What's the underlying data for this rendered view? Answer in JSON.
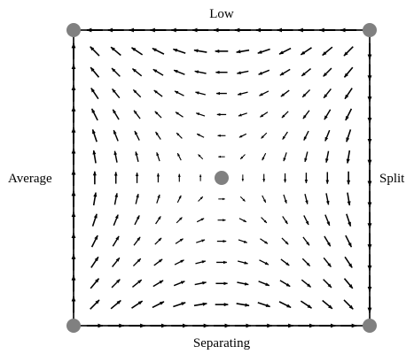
{
  "labels": {
    "top": "Low",
    "bottom": "Separating",
    "left": "Average",
    "right": "Split"
  },
  "colors": {
    "arrow": "#000000",
    "node": "#808080",
    "edge": "#000000"
  },
  "nodes": [
    {
      "name": "corner-node-top-left"
    },
    {
      "name": "corner-node-top-right"
    },
    {
      "name": "corner-node-bottom-left"
    },
    {
      "name": "corner-node-bottom-right"
    },
    {
      "name": "center-node"
    }
  ]
}
